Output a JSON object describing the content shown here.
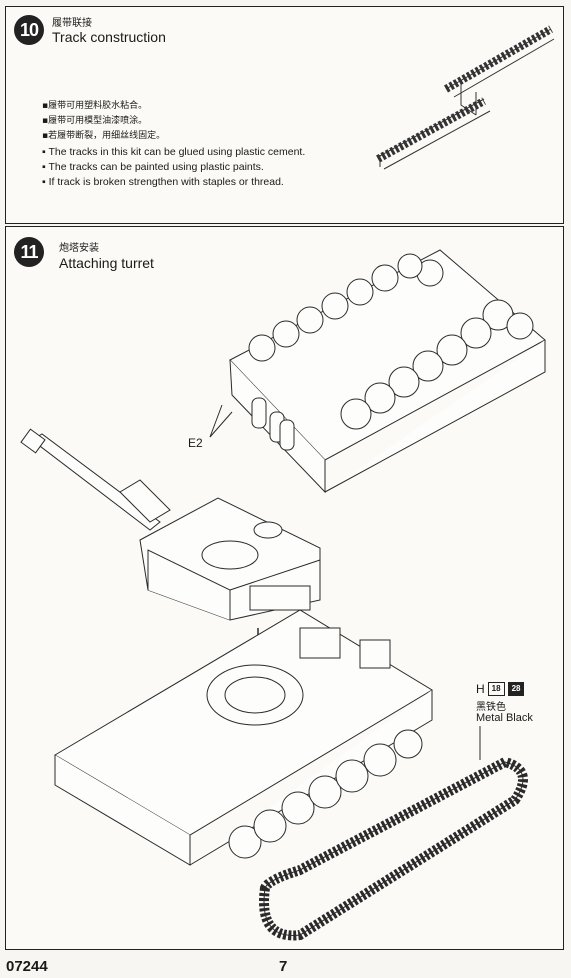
{
  "step10": {
    "number": "10",
    "title_zh": "履带联接",
    "title_en": "Track construction",
    "notes": [
      "▪履带可用塑料胶水粘合。",
      "▪履带可用模型油漆喷涂。",
      "▪若履带断裂，用细丝线固定。",
      "▪ The tracks in this kit can be glued using plastic cement.",
      "▪ The tracks can be painted using plastic paints.",
      "▪  If track is broken strengthen with staples or thread."
    ]
  },
  "step11": {
    "number": "11",
    "title_zh": "炮塔安装",
    "title_en": "Attaching turret",
    "part_label": "E2",
    "paint": {
      "prefix": "H",
      "code1": "18",
      "code2": "28",
      "name_zh": "黑铁色",
      "name_en": "Metal  Black"
    }
  },
  "footer": {
    "code": "07244",
    "page": "7"
  }
}
